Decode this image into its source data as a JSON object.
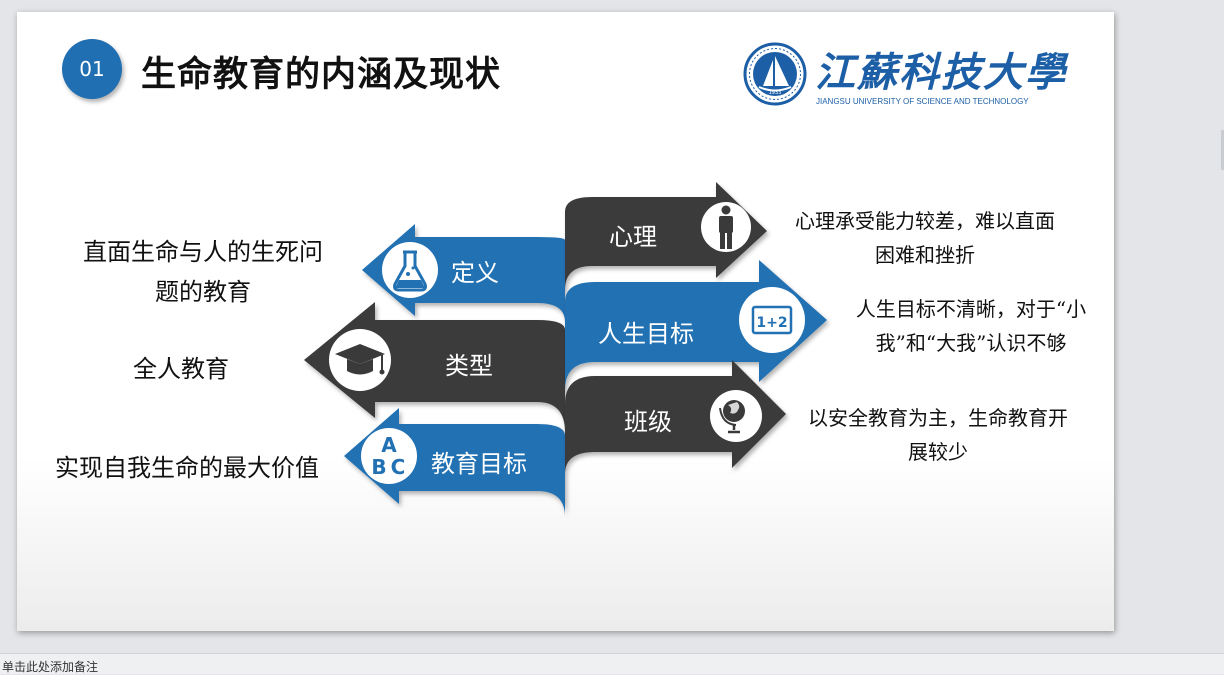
{
  "slide": {
    "number": "01",
    "title": "生命教育的内涵及现状"
  },
  "logo": {
    "name_cn": "江蘇科技大學",
    "name_en": "JIANGSU UNIVERSITY OF SCIENCE AND TECHNOLOGY",
    "year": "1933",
    "icon": "university-seal-icon"
  },
  "left_items": [
    {
      "label": "定义",
      "icon": "flask-icon",
      "description": "直面生命与人的生死问题的教育"
    },
    {
      "label": "类型",
      "icon": "graduation-cap-icon",
      "description": "全人教育"
    },
    {
      "label": "教育目标",
      "icon": "abc-icon",
      "description": "实现自我生命的最大价值"
    }
  ],
  "right_items": [
    {
      "label": "心理",
      "icon": "person-icon",
      "description": "心理承受能力较差，难以直面困难和挫折"
    },
    {
      "label": "人生目标",
      "icon": "math-board-icon",
      "board_text": "1+2",
      "description": "人生目标不清晰，对于“小我”和“大我”认识不够"
    },
    {
      "label": "班级",
      "icon": "globe-icon",
      "description": "以安全教育为主，生命教育开展较少"
    }
  ],
  "footer": {
    "notes_placeholder": "单击此处添加备注"
  },
  "colors": {
    "blue": "#2271b3",
    "dark": "#3a3a3a",
    "brand": "#1d5fa6"
  }
}
